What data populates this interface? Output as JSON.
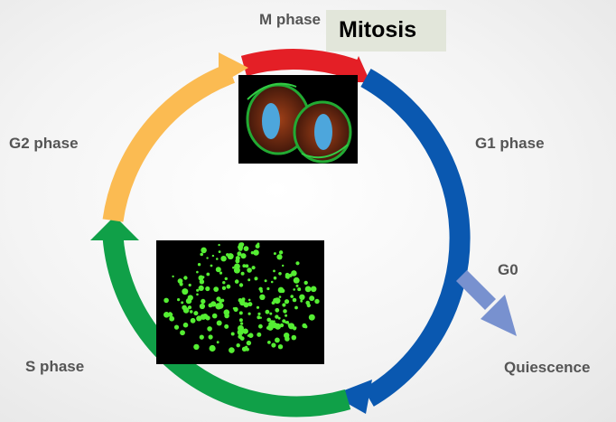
{
  "labels": {
    "m_phase": "M phase",
    "mitosis": "Mitosis",
    "g1_phase": "G1 phase",
    "g2_phase": "G2 phase",
    "s_phase": "S phase",
    "g0": "G0",
    "quiescence": "Quiescence"
  },
  "colors": {
    "m_phase": "#e41f26",
    "g1_phase": "#0a58b0",
    "g2_phase": "#fbbb52",
    "s_phase": "#10a048",
    "g0_arrow": "#7891cf",
    "mitosis_box": "#e2e6da",
    "label_text": "#555555"
  }
}
